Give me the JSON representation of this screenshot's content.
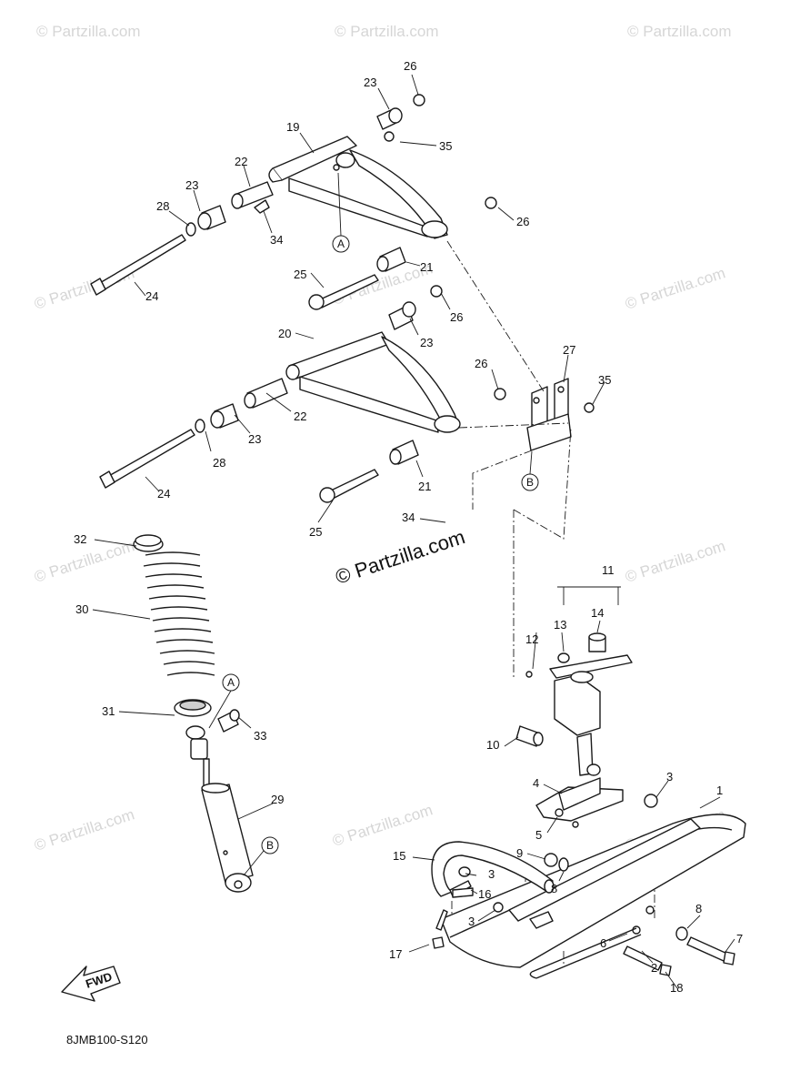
{
  "watermark": {
    "text": "© Partzilla.com"
  },
  "diagram_code": "8JMB100-S120",
  "fwd_label": "FWD",
  "refs": {
    "a": "A",
    "b": "B"
  },
  "callouts": {
    "c1": "1",
    "c2": "2",
    "c3": "3",
    "c4": "4",
    "c5": "5",
    "c6": "6",
    "c7": "7",
    "c8": "8",
    "c9": "9",
    "c10": "10",
    "c11": "11",
    "c12": "12",
    "c13": "13",
    "c14": "14",
    "c15": "15",
    "c16": "16",
    "c17": "17",
    "c18": "18",
    "c19": "19",
    "c20": "20",
    "c21": "21",
    "c22": "22",
    "c23": "23",
    "c24": "24",
    "c25": "25",
    "c26": "26",
    "c27": "27",
    "c28": "28",
    "c29": "29",
    "c30": "30",
    "c31": "31",
    "c32": "32",
    "c33": "33",
    "c34": "34",
    "c35": "35"
  }
}
